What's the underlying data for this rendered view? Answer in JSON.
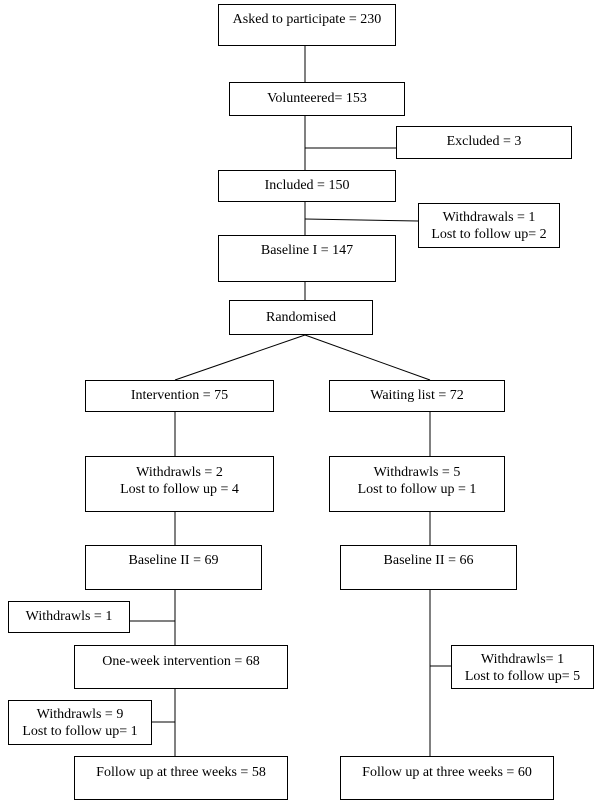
{
  "flowchart": {
    "top": {
      "asked": "Asked to participate = 230",
      "volunteered": "Volunteered= 153",
      "excluded": "Excluded = 3",
      "included": "Included = 150",
      "withdrawals_1": "Withdrawals = 1",
      "lost_1": "Lost to follow up= 2",
      "baseline_1": "Baseline I = 147",
      "randomised": "Randomised"
    },
    "intervention_arm": {
      "group": "Intervention = 75",
      "withdrawls_a": "Withdrawls =  2",
      "lost_a": "Lost to follow up = 4",
      "baseline_2": "Baseline II =  69",
      "withdrawls_b": "Withdrawls = 1",
      "one_week": "One-week intervention = 68",
      "withdrawls_c": "Withdrawls = 9",
      "lost_c": "Lost to follow up= 1",
      "followup": "Follow up at three weeks = 58"
    },
    "waiting_arm": {
      "group": "Waiting list = 72",
      "withdrawls_a": "Withdrawls = 5",
      "lost_a": "Lost to follow up = 1",
      "baseline_2": "Baseline II =  66",
      "withdrawls_b": "Withdrawls= 1",
      "lost_b": "Lost to follow up= 5",
      "followup": "Follow up at three weeks = 60"
    }
  }
}
